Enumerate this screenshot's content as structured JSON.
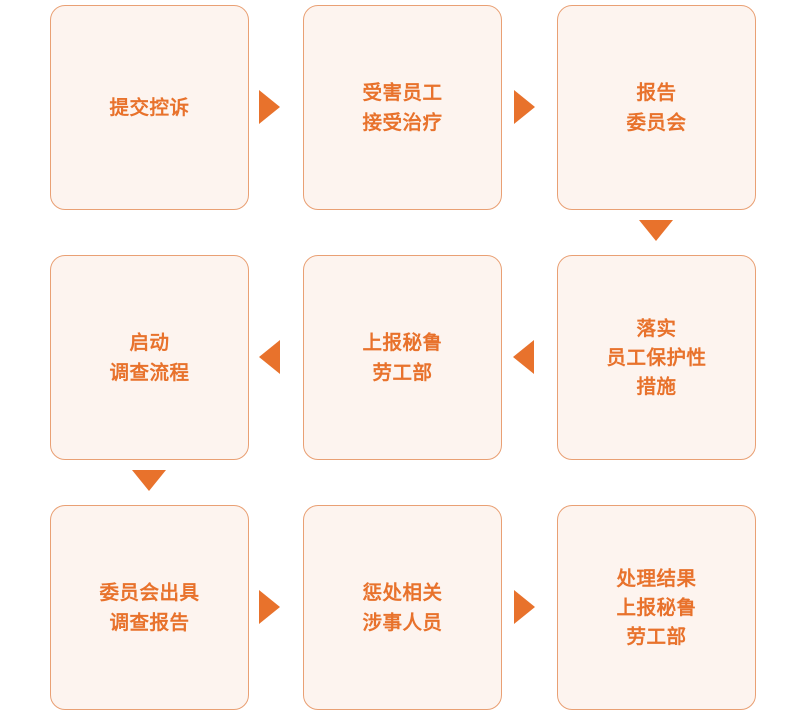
{
  "diagram": {
    "type": "flowchart",
    "title": "",
    "colors": {
      "box_fill": "#fdf4ef",
      "box_border": "#e9a074",
      "text": "#e8722c",
      "arrow": "#e8722c",
      "background": "#ffffff"
    },
    "nodes": [
      {
        "id": "n1",
        "order": 1,
        "label": "提交控诉",
        "row": 1,
        "col": 1
      },
      {
        "id": "n2",
        "order": 2,
        "label": "受害员工\n接受治疗",
        "row": 1,
        "col": 2
      },
      {
        "id": "n3",
        "order": 3,
        "label": "报告\n委员会",
        "row": 1,
        "col": 3
      },
      {
        "id": "n4",
        "order": 4,
        "label": "落实\n员工保护性\n措施",
        "row": 2,
        "col": 3
      },
      {
        "id": "n5",
        "order": 5,
        "label": "上报秘鲁\n劳工部",
        "row": 2,
        "col": 2
      },
      {
        "id": "n6",
        "order": 6,
        "label": "启动\n调查流程",
        "row": 2,
        "col": 1
      },
      {
        "id": "n7",
        "order": 7,
        "label": "委员会出具\n调查报告",
        "row": 3,
        "col": 1
      },
      {
        "id": "n8",
        "order": 8,
        "label": "惩处相关\n涉事人员",
        "row": 3,
        "col": 2
      },
      {
        "id": "n9",
        "order": 9,
        "label": "处理结果\n上报秘鲁\n劳工部",
        "row": 3,
        "col": 3
      }
    ],
    "connectors": [
      {
        "id": "c1",
        "from": "n1",
        "to": "n2",
        "direction": "right"
      },
      {
        "id": "c2",
        "from": "n2",
        "to": "n3",
        "direction": "right"
      },
      {
        "id": "c3",
        "from": "n3",
        "to": "n4",
        "direction": "down"
      },
      {
        "id": "c4",
        "from": "n4",
        "to": "n5",
        "direction": "left"
      },
      {
        "id": "c5",
        "from": "n5",
        "to": "n6",
        "direction": "left"
      },
      {
        "id": "c6",
        "from": "n6",
        "to": "n7",
        "direction": "down"
      },
      {
        "id": "c7",
        "from": "n7",
        "to": "n8",
        "direction": "right"
      },
      {
        "id": "c8",
        "from": "n8",
        "to": "n9",
        "direction": "right"
      }
    ]
  }
}
